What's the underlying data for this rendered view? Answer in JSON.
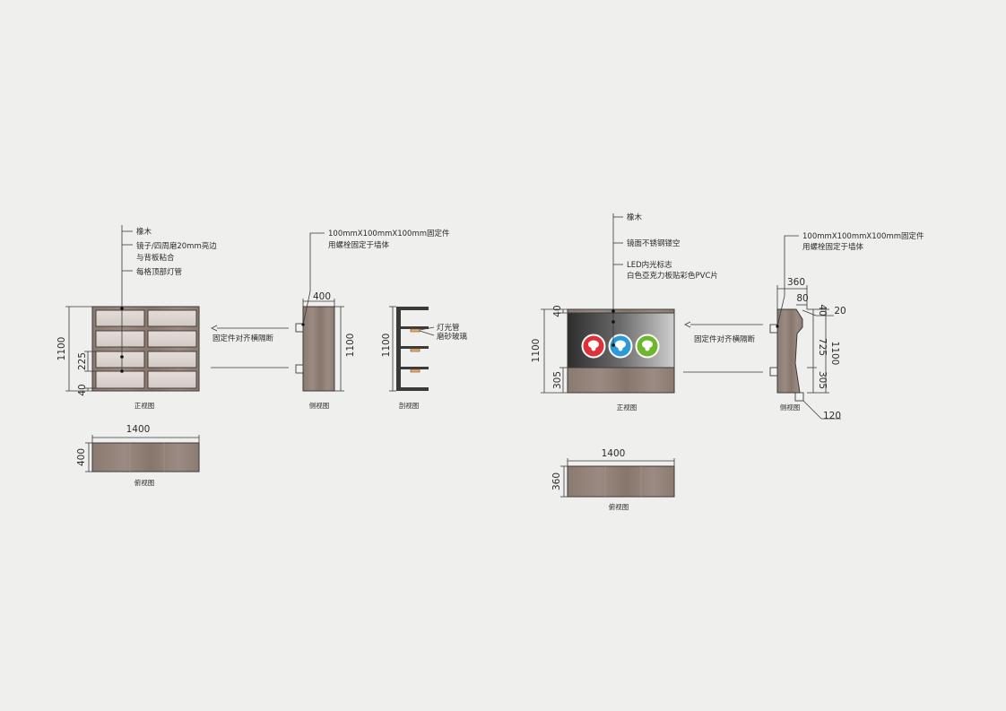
{
  "left": {
    "leader_labels": [
      "橡木",
      "镜子/四周磨20mm亮边",
      "与背板粘合",
      "每格顶部灯管"
    ],
    "fixing_note": [
      "100mmX100mmX100mm固定件",
      "用螺栓固定于墙体"
    ],
    "align_note": "固定件对齐横隔断",
    "section_labels": [
      "灯光管",
      "磨砂玻璃"
    ],
    "dims": {
      "front_height": "1100",
      "front_shelf": "225",
      "front_base": "40",
      "side_depth": "400",
      "side_height": "1100",
      "section_height": "1100",
      "top_width": "1400",
      "top_depth": "400"
    },
    "captions": {
      "front": "正视图",
      "side": "侧视图",
      "section": "剖视图",
      "top": "俯视图"
    }
  },
  "right": {
    "leader_labels": [
      "橡木",
      "镜面不锈钢镂空",
      "LED内光标志",
      "白色亞克力板贴彩色PVC片"
    ],
    "fixing_note": [
      "100mmX100mmX100mm固定件",
      "用螺栓固定于墙体"
    ],
    "align_note": "固定件对齐横隔断",
    "dims": {
      "front_height": "1100",
      "front_top": "40",
      "front_base": "305",
      "side_depth": "360",
      "side_top": "80",
      "side_20": "20",
      "side_40": "40",
      "side_725": "725",
      "side_305": "305",
      "side_height": "1100",
      "side_120": "120",
      "top_width": "1400",
      "top_depth": "360"
    },
    "captions": {
      "front": "正视图",
      "side": "侧视图",
      "top": "俯视图"
    }
  },
  "colors": {
    "wood": "#8c7b71",
    "wood_light": "#9d8d84",
    "mirror": "#d9d2cd",
    "logo_red": "#e0303a",
    "logo_blue": "#2a9ad8",
    "logo_green": "#6fb52e",
    "line": "#3a3a3a"
  }
}
